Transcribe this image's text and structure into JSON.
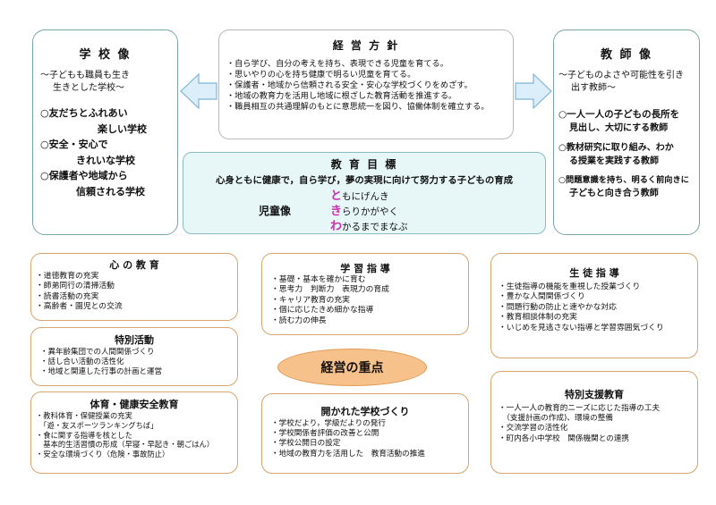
{
  "school_image": {
    "title": "学 校 像",
    "subtitle_1": "〜子どもも職員も生き",
    "subtitle_2": "生きとした学校〜",
    "items": [
      [
        "○友だちとふれあい",
        "楽しい学校"
      ],
      [
        "○安全・安心で",
        "きれいな学校"
      ],
      [
        "○保護者や地域から",
        "信頼される学校"
      ]
    ]
  },
  "policy": {
    "title": "経 営 方 針",
    "items": [
      "・自ら学び、自分の考えを持ち、表現できる児童を育てる。",
      "・思いやりの心を持ち健康で明るい児童を育てる。",
      "・保護者・地域から信頼される安全・安心な学校づくりをめざす。",
      "・地域の教育力を活用し地域に根ざした教育活動を推進する。",
      "・職員相互の共通理解のもとに意思統一を図り、協働体制を確立する。"
    ]
  },
  "teacher_image": {
    "title": "教 師 像",
    "subtitle_1": "〜子どものよさや可能性を引き",
    "subtitle_2": "出す教師〜",
    "items": [
      [
        "○一人一人の子どもの長所を",
        "見出し、大切にする教師"
      ],
      [
        "○教材研究に取り組み、わか",
        "る授業を実践する教師"
      ],
      [
        "○問題意識を持ち、明るく前向きに",
        "子どもと向き合う教師"
      ]
    ]
  },
  "goal": {
    "title": "教 育 目 標",
    "main": "心身ともに健康で，自ら学び，夢の実現に向けて努力する子どもの育成",
    "label": "児童像",
    "rows": [
      {
        "accent": "と",
        "rest": "もにげんき"
      },
      {
        "accent": "き",
        "rest": "らりかがやく"
      },
      {
        "accent": "わ",
        "rest": "かるまでまなぶ"
      }
    ]
  },
  "kokoro": {
    "title": "心 の 教 育",
    "items": [
      "・道徳教育の充実",
      "・師弟同行の清掃活動",
      "・読書活動の充実",
      "・高齢者・園児との交流"
    ]
  },
  "tokubetsu": {
    "title": "特別活動",
    "items": [
      "・異年齢集団での人間関係づくり",
      "・話し合い活動の活性化",
      "・地域と関連した行事の計画と運営"
    ]
  },
  "taiiku": {
    "title": "体育・健康安全教育",
    "items": [
      "・教科体育・保健授業の充実",
      "　「遊・友スポーツランキングちば」",
      "・食に関する指導を核とした",
      "　基本的生活習慣の形成（早寝・早起き・朝ごはん）",
      "・安全な環境づくり（危険・事故防止）"
    ]
  },
  "gakushu": {
    "title": "学 習 指 導",
    "items": [
      "・基礎・基本を確かに育む",
      "・思考力　判断力　表現力の育成",
      "・キャリア教育の充実",
      "・個に応じたきめ細かな指導",
      "・読む力の伸長"
    ]
  },
  "jyuten": {
    "label": "経営の重点"
  },
  "hirakareta": {
    "title": "開かれた学校づくり",
    "items": [
      "・学校だより，学級だよりの発行",
      "・学校関係者評価の改善と公開",
      "・学校公開日の設定",
      "・地域の教育力を活用した　教育活動の推進"
    ]
  },
  "seito": {
    "title": "生 徒 指 導",
    "items": [
      "・生徒指導の機能を重視した授業づくり",
      "・豊かな人間関係づくり",
      "・問題行動の防止と速やかな対応",
      "・教育相談体制の充実",
      "・いじめを見逃さない指導と学習雰囲気づくり"
    ]
  },
  "tokubetsu_shien": {
    "title": "特別支援教育",
    "items": [
      "・一人一人の教育的ニーズに応じた指導の工夫",
      "　（支援計画の作成)、環境の整備",
      "・交流学習の活性化",
      "・町内各小中学校　関係機関との連携"
    ]
  },
  "colors": {
    "arrow_fill": "#dbeefa",
    "arrow_stroke": "#7fb3d8",
    "accent": "#cc2fb0",
    "ellipse": "#f6c18a",
    "goal_fill": "#e7f6f7"
  }
}
